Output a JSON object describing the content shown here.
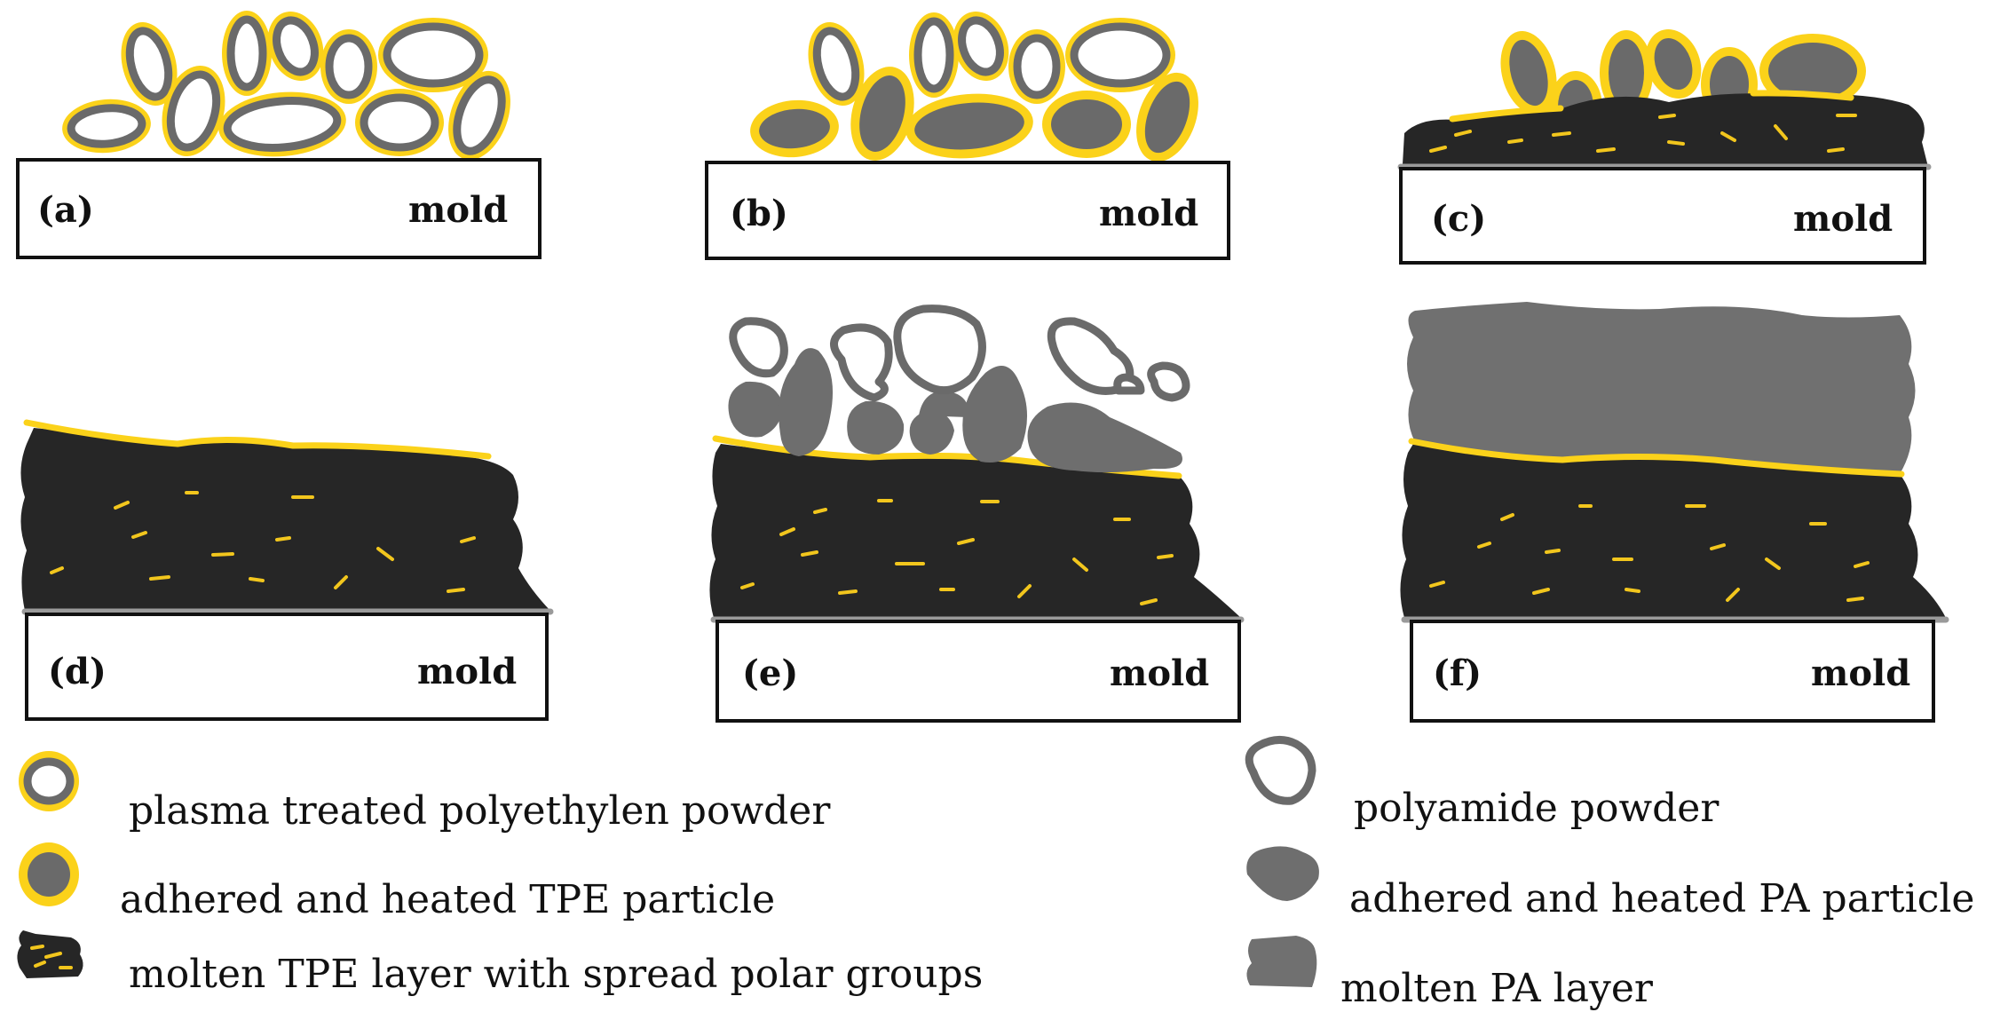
{
  "panels": [
    {
      "label": "(a)",
      "mold": "mold"
    },
    {
      "label": "(b)",
      "mold": "mold"
    },
    {
      "label": "(c)",
      "mold": "mold"
    },
    {
      "label": "(d)",
      "mold": "mold"
    },
    {
      "label": "(e)",
      "mold": "mold"
    },
    {
      "label": "(f)",
      "mold": "mold"
    }
  ],
  "legend": {
    "pe_powder": "plasma treated polyethylen powder",
    "tpe_particle": "adhered and heated TPE particle",
    "tpe_layer": "molten TPE layer with spread polar groups",
    "pa_powder": "polyamide powder",
    "pa_particle": "adhered and heated PA particle",
    "pa_layer": "molten PA layer"
  },
  "colors": {
    "yellow": "#fbd21a",
    "grey": "#6a6a6a",
    "black": "#262626"
  }
}
